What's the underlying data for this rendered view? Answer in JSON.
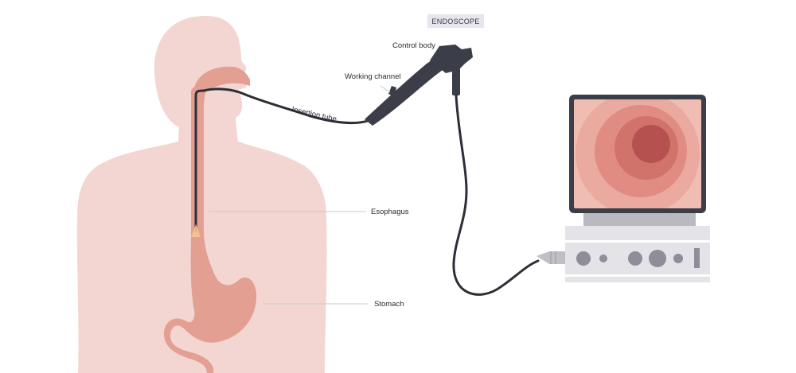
{
  "title": "ENDOSCOPE",
  "labels": {
    "control_body": "Control body",
    "working_channel": "Working channel",
    "insertion_tube": "Insertion tube",
    "esophagus": "Esophagus",
    "stomach": "Stomach"
  },
  "colors": {
    "skin": "#f3d6d1",
    "organ": "#e29f92",
    "device": "#3b3d48",
    "monitor_frame": "#3b3d48",
    "console": "#e3e3e8",
    "screen_outer": "#f0bdb3",
    "screen_core": "#b5524f"
  }
}
